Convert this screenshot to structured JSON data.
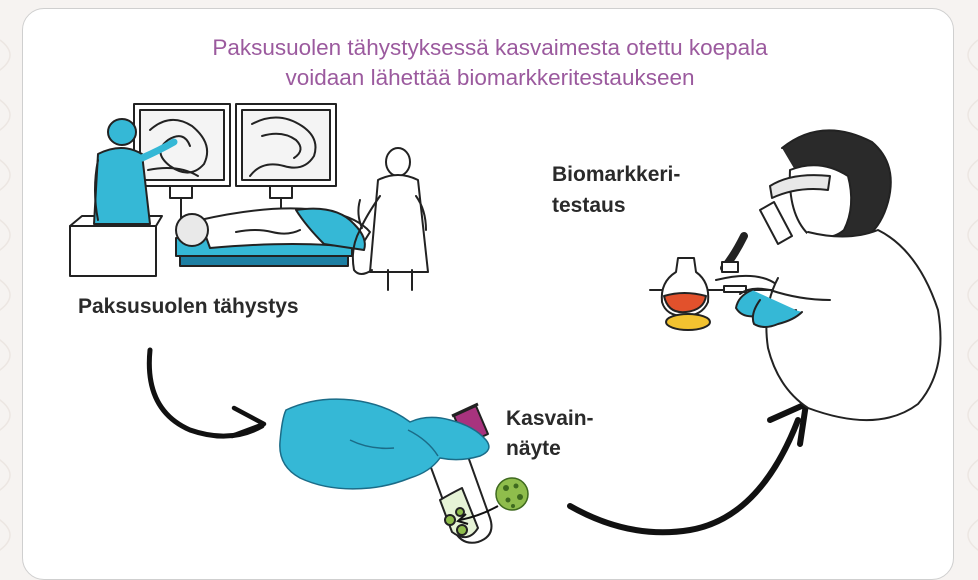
{
  "title": {
    "line1": "Paksusuolen tähystyksessä kasvaimesta otettu koepala",
    "line2": "voidaan lähettää biomarkkeritestaukseen"
  },
  "labels": {
    "colonoscopy": "Paksusuolen tähystys",
    "biomarker_line1": "Biomarkkeri-",
    "biomarker_line2": "testaus",
    "sample_line1": "Kasvain-",
    "sample_line2": "näyte"
  },
  "colors": {
    "title": "#9b5a9e",
    "glove": "#35b8d6",
    "tube_cap": "#a8337e",
    "tumor": "#8fbd4c",
    "flask_liquid": "#e2512c",
    "petri": "#f2c230"
  }
}
